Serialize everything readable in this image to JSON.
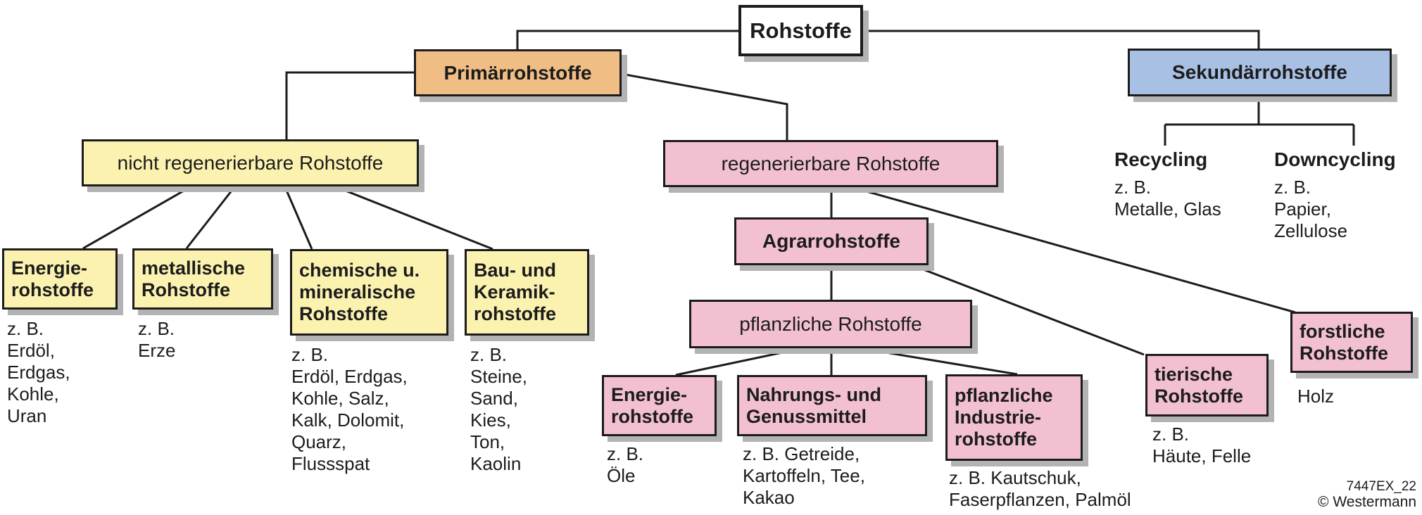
{
  "nodes": {
    "rohstoffe": {
      "label": "Rohstoffe"
    },
    "primaer": {
      "label": "Primärrohstoffe"
    },
    "sekundaer": {
      "label": "Sekundärrohstoffe"
    },
    "nicht_regen": {
      "label": "nicht regenerierbare Rohstoffe"
    },
    "regen": {
      "label": "regenerierbare Rohstoffe"
    },
    "agrar": {
      "label": "Agrarrohstoffe"
    },
    "pflanzlich": {
      "label": "pflanzliche Rohstoffe"
    },
    "energie_fossil": {
      "label": "Energie-\nrohstoffe",
      "examples": "z. B.\nErdöl,\nErdgas,\nKohle,\nUran"
    },
    "metallisch": {
      "label": "metallische\nRohstoffe",
      "examples": "z. B.\nErze"
    },
    "chemisch": {
      "label": "chemische u.\nmineralische\nRohstoffe",
      "examples": "z. B.\nErdöl, Erdgas,\nKohle, Salz,\nKalk, Dolomit,\nQuarz,\nFlussspat"
    },
    "bau": {
      "label": "Bau- und\nKeramik-\nrohstoffe",
      "examples": "z. B.\nSteine,\nSand,\nKies,\nTon,\nKaolin"
    },
    "energie_pflanze": {
      "label": "Energie-\nrohstoffe",
      "examples": "z. B.\nÖle"
    },
    "nahrung": {
      "label": "Nahrungs- und\nGenussmittel",
      "examples": "z. B. Getreide,\nKartoffeln, Tee,\nKakao"
    },
    "pfl_industrie": {
      "label": "pflanzliche\nIndustrie-\nrohstoffe",
      "examples": "z. B. Kautschuk,\nFaserpflanzen, Palmöl"
    },
    "tierisch": {
      "label": "tierische\nRohstoffe",
      "examples": "z. B.\nHäute, Felle"
    },
    "forstlich": {
      "label": "forstliche\nRohstoffe",
      "examples": "Holz"
    },
    "recycling": {
      "label": "Recycling",
      "examples": "z. B.\nMetalle, Glas"
    },
    "downcycling": {
      "label": "Downcycling",
      "examples": "z. B.\nPapier,\nZellulose"
    }
  },
  "footer": {
    "code": "7447EX_22",
    "copyright": "© Westermann"
  },
  "colors": {
    "root_box": "#FFFFFF",
    "primary_box": "#F0BE85",
    "secondary_box": "#A8C0E4",
    "non_renewable_box": "#FBF2B0",
    "renewable_box": "#F2C0D1",
    "border_and_lines": "#1C1C1C",
    "shadow": "#B3B3B3"
  }
}
